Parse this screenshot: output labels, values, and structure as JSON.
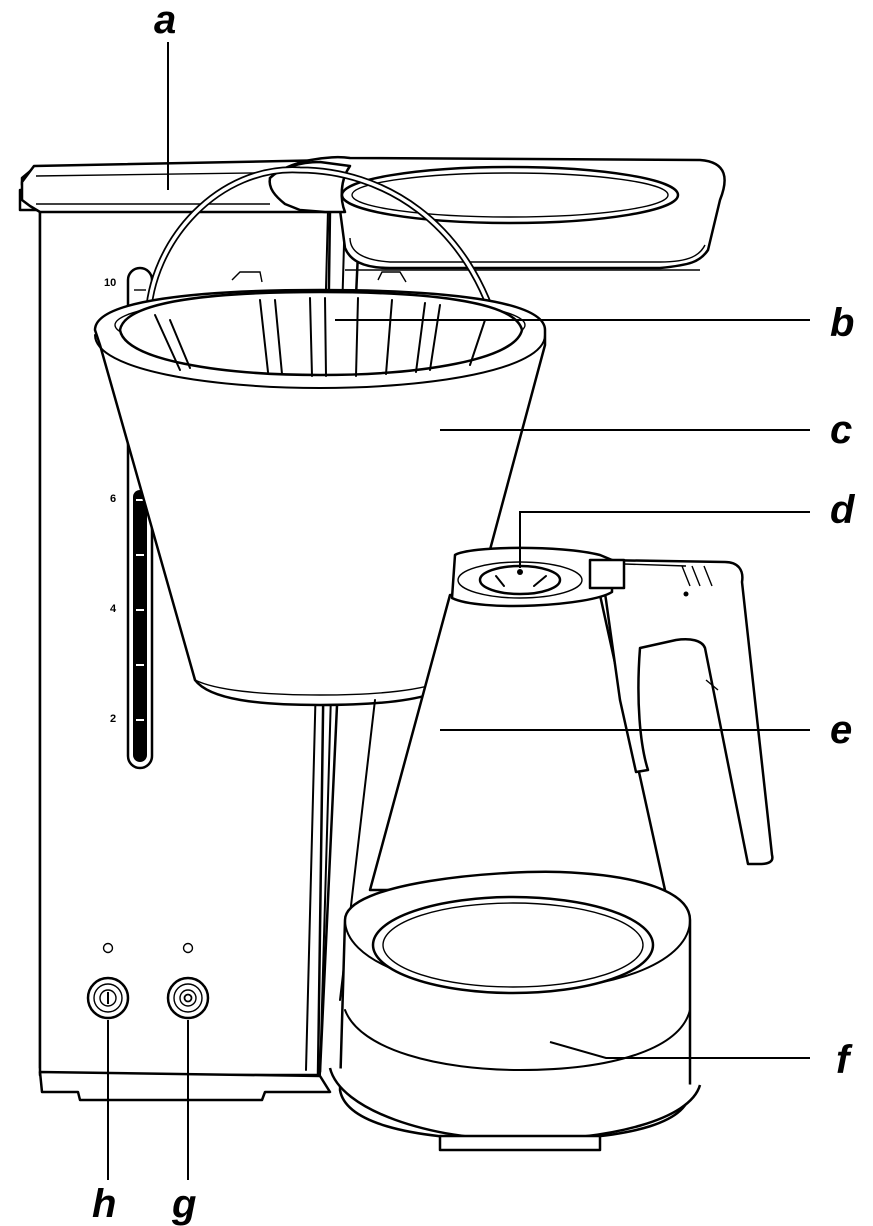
{
  "labels": {
    "a": "a",
    "b": "b",
    "c": "c",
    "d": "d",
    "e": "e",
    "f": "f",
    "g": "g",
    "h": "h"
  },
  "water_scale": [
    "10",
    "6",
    "4",
    "2"
  ]
}
